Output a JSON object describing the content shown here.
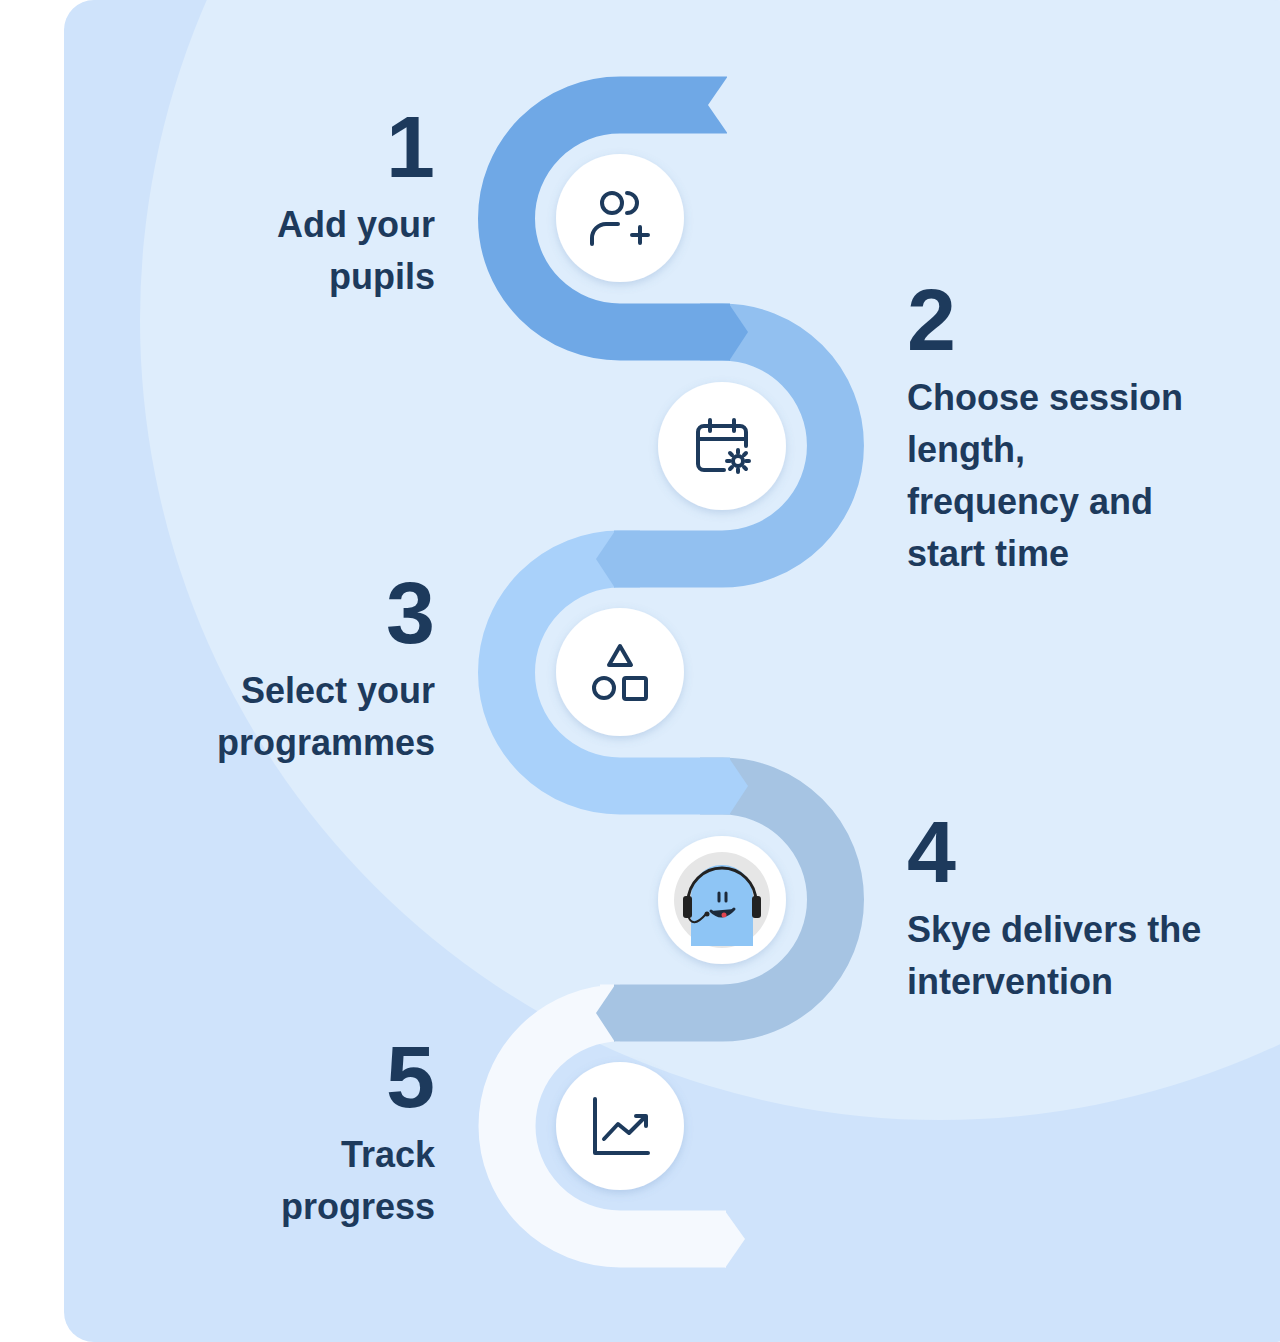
{
  "diagram": {
    "nodes": [
      {
        "text": [
          "1",
          "Add your pupils"
        ]
      },
      {
        "text": [
          "2",
          "Choose session length, frequency and start time"
        ]
      },
      {
        "text": [
          "3",
          "Select your programmes"
        ]
      },
      {
        "text": [
          "4",
          "Skye delivers the intervention"
        ]
      },
      {
        "text": [
          "5",
          "Track progress"
        ]
      }
    ]
  }
}
